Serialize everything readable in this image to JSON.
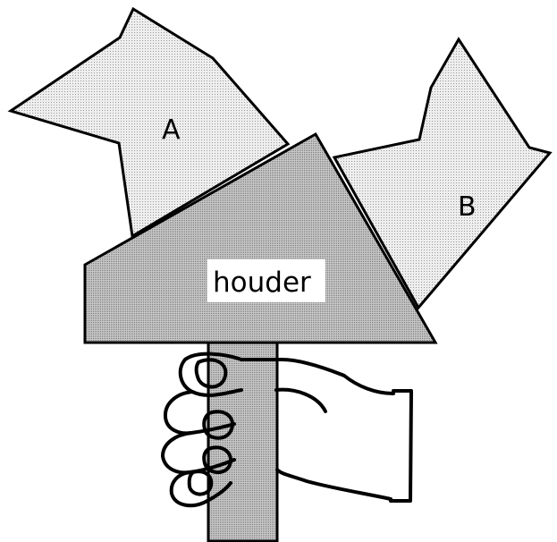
{
  "labels": {
    "piece_a": "A",
    "piece_b": "B",
    "holder": "houder"
  },
  "colors": {
    "light_piece_fill": "#e6e6e6",
    "holder_fill": "#b8b8b8",
    "outline": "#000000",
    "background": "#ffffff"
  },
  "icons": {
    "hand": "hand-holding-icon"
  }
}
